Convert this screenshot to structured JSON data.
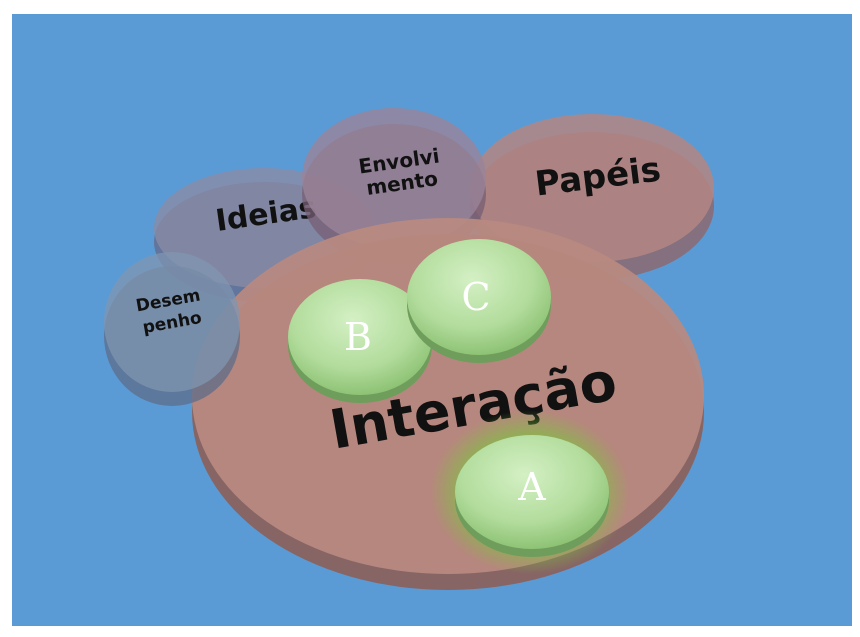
{
  "diagram": {
    "main_circle": {
      "label": "Interação"
    },
    "outer_circles": [
      {
        "id": "ideias",
        "label": "Ideias"
      },
      {
        "id": "envolvimento",
        "label_lines": [
          "Envolvi",
          "mento"
        ]
      },
      {
        "id": "papeis",
        "label": "Papéis"
      },
      {
        "id": "desempenho",
        "label_lines": [
          "Desem",
          "penho"
        ]
      }
    ],
    "inner_circles": [
      {
        "id": "a",
        "label": "A",
        "highlighted": true
      },
      {
        "id": "b",
        "label": "B",
        "highlighted": false
      },
      {
        "id": "c",
        "label": "C",
        "highlighted": false
      }
    ]
  },
  "colors": {
    "background": "#5b9bd5",
    "frame": "#ffffff",
    "main_disc": "#b98a80",
    "outer_disc": "#8b8ba5",
    "papeis_disc": "#b38683",
    "inner_disc": "#b7e0a3",
    "glow": "#7cc53c"
  }
}
